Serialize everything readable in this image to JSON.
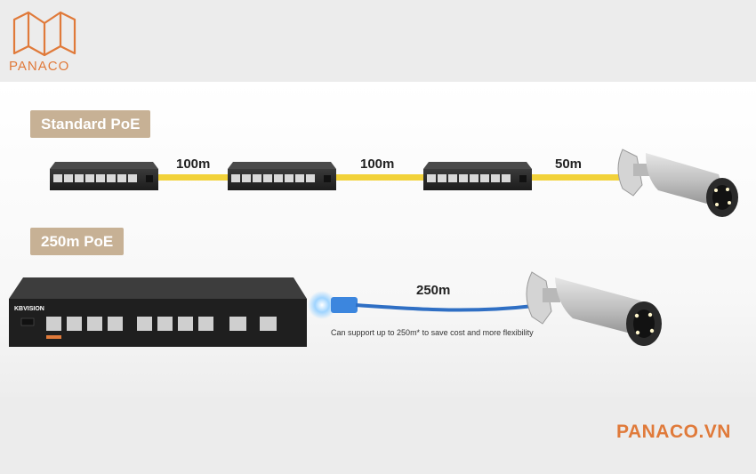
{
  "brand": {
    "logo_text": "PANACO",
    "url": "PANACO.VN",
    "accent_color": "#e07a3a"
  },
  "standard_poe": {
    "label": "Standard PoE",
    "segments": [
      "100m",
      "100m",
      "50m"
    ]
  },
  "long_poe": {
    "label": "250m PoE",
    "distance": "250m",
    "note": "Can support up to 250m* to save cost and more flexibility",
    "switch_brand": "KBVISION"
  },
  "colors": {
    "badge": "#c7b195",
    "cable_standard": "#f2d23a",
    "cable_long": "#2f6fc4"
  }
}
